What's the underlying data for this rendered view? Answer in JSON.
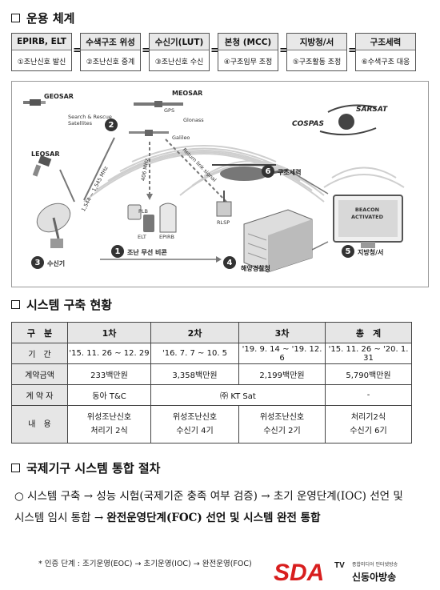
{
  "section1": {
    "title": "운용 체계"
  },
  "flow": [
    {
      "head": "EPIRB, ELT",
      "body": "①조난신호 발신"
    },
    {
      "head": "수색구조 위성",
      "body": "②조난신호 중계"
    },
    {
      "head": "수신기(LUT)",
      "body": "③조난신호 수신"
    },
    {
      "head": "본청 (MCC)",
      "body": "④구조임무 조정"
    },
    {
      "head": "지방청/서",
      "body": "⑤구조활동 조정"
    },
    {
      "head": "구조세력",
      "body": "⑥수색구조 대응"
    }
  ],
  "flow_separator": "=",
  "diagram": {
    "geosar": "GEOSAR",
    "meosar": "MEOSAR",
    "leosar": "LEOSAR",
    "gps": "GPS",
    "glonass": "Glonass",
    "galileo": "Galileo",
    "sar_sats": "Search & Rescue Satellites",
    "freq": "1,544 ~ 1,545 MHz",
    "mhz406": "406 MHz",
    "return_link": "Return link signal",
    "cospas": "COSPAS",
    "sarsat": "SARSAT",
    "plb": "PLB",
    "elt": "ELT",
    "epirb": "EPIRB",
    "rlsp": "RLSP",
    "beacon": "BEACON ACTIVATED",
    "label1": "조난 무선 비콘",
    "label2": "",
    "label3": "수신기",
    "label4": "해양경찰청",
    "label5": "지방청/서",
    "label6": "구조세력",
    "n1": "1",
    "n2": "2",
    "n3": "3",
    "n4": "4",
    "n5": "5",
    "n6": "6"
  },
  "section2": {
    "title": "시스템 구축 현황"
  },
  "table": {
    "headers": [
      "구　분",
      "1차",
      "2차",
      "3차",
      "총　계"
    ],
    "rows": [
      {
        "label": "기　간",
        "c1": "'15. 11. 26 ~ 12. 29",
        "c2": "'16. 7. 7 ~ 10. 5",
        "c3": "'19. 9. 14 ~ '19. 12. 6",
        "c4": "'15. 11. 26 ~ '20. 1. 31"
      },
      {
        "label": "계약금액",
        "c1": "233백만원",
        "c2": "3,358백만원",
        "c3": "2,199백만원",
        "c4": "5,790백만원"
      },
      {
        "label": "계 약 자",
        "c1": "동아 T&C",
        "c23": "㈜ KT Sat",
        "c4": "-"
      },
      {
        "label": "내　용",
        "c1a": "위성조난신호",
        "c1b": "처리기 2식",
        "c2a": "위성조난신호",
        "c2b": "수신기 4기",
        "c3a": "위성조난신호",
        "c3b": "수신기 2기",
        "c4a": "처리기2식",
        "c4b": "수신기 6기"
      }
    ]
  },
  "section3": {
    "title": "국제기구 시스템 통합 절차"
  },
  "bullet": {
    "marker": "○",
    "text_normal": "시스템 구축 → 성능 시험(국제기준 충족 여부 검증) → 초기 운영단계(IOC) 선언 및 시스템 임시 통합 → ",
    "text_bold": "완전운영단계(FOC) 선언 및 시스템 완전 통합"
  },
  "note": "* 인증 단계 : 조기운영(EOC) → 초기운영(IOC) → 완전운영(FOC)",
  "logo": {
    "brand": "SDA",
    "tv": "TV",
    "tagline": "종합미디어 인터넷방송",
    "name": "신동아방송",
    "red": "#d81e1e"
  }
}
